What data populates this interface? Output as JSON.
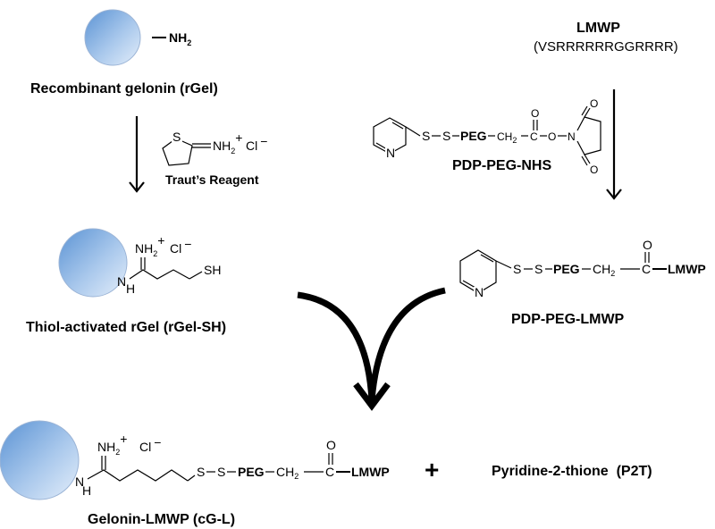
{
  "top_left": {
    "amine": "NH",
    "amine_sub": "2",
    "label": "Recombinant gelonin (rGel)"
  },
  "reagent": {
    "ring_atom": "S",
    "group": "NH",
    "group_sub": "2",
    "charge": "+",
    "counter_ion": "Cl",
    "counter_charge": "−",
    "label": "Traut’s Reagent"
  },
  "lmwp": {
    "title": "LMWP",
    "sequence": "(VSRRRRRRGGRRRR)"
  },
  "pdp_peg_nhs": {
    "label": "PDP-PEG-NHS",
    "n": "N",
    "s1": "S",
    "s2": "S",
    "peg": "PEG",
    "ch2": "CH",
    "ch2_sub": "2",
    "c": "C",
    "o_link": "O",
    "o_carbonyl": "O",
    "succ_n": "N",
    "succ_o1": "O",
    "succ_o2": "O"
  },
  "rgel_sh": {
    "group": "NH",
    "group_sub": "2",
    "charge": "+",
    "counter_ion": "Cl",
    "counter_charge": "−",
    "nh": "N",
    "h": "H",
    "sh": "SH",
    "label": "Thiol-activated rGel (rGel-SH)"
  },
  "pdp_peg_lmwp": {
    "label": "PDP-PEG-LMWP",
    "n": "N",
    "s1": "S",
    "s2": "S",
    "peg": "PEG",
    "ch2": "CH",
    "ch2_sub": "2",
    "c": "C",
    "o": "O",
    "lmwp": "LMWP"
  },
  "product": {
    "group": "NH",
    "group_sub": "2",
    "charge": "+",
    "counter_ion": "Cl",
    "counter_charge": "−",
    "nh": "N",
    "h": "H",
    "s1": "S",
    "s2": "S",
    "peg": "PEG",
    "ch2": "CH",
    "ch2_sub": "2",
    "c": "C",
    "o": "O",
    "lmwp": "LMWP",
    "label": "Gelonin-LMWP (cG-L)"
  },
  "plus": "+",
  "byproduct": {
    "label": "Pyridine-2-thione  (P2T)"
  }
}
